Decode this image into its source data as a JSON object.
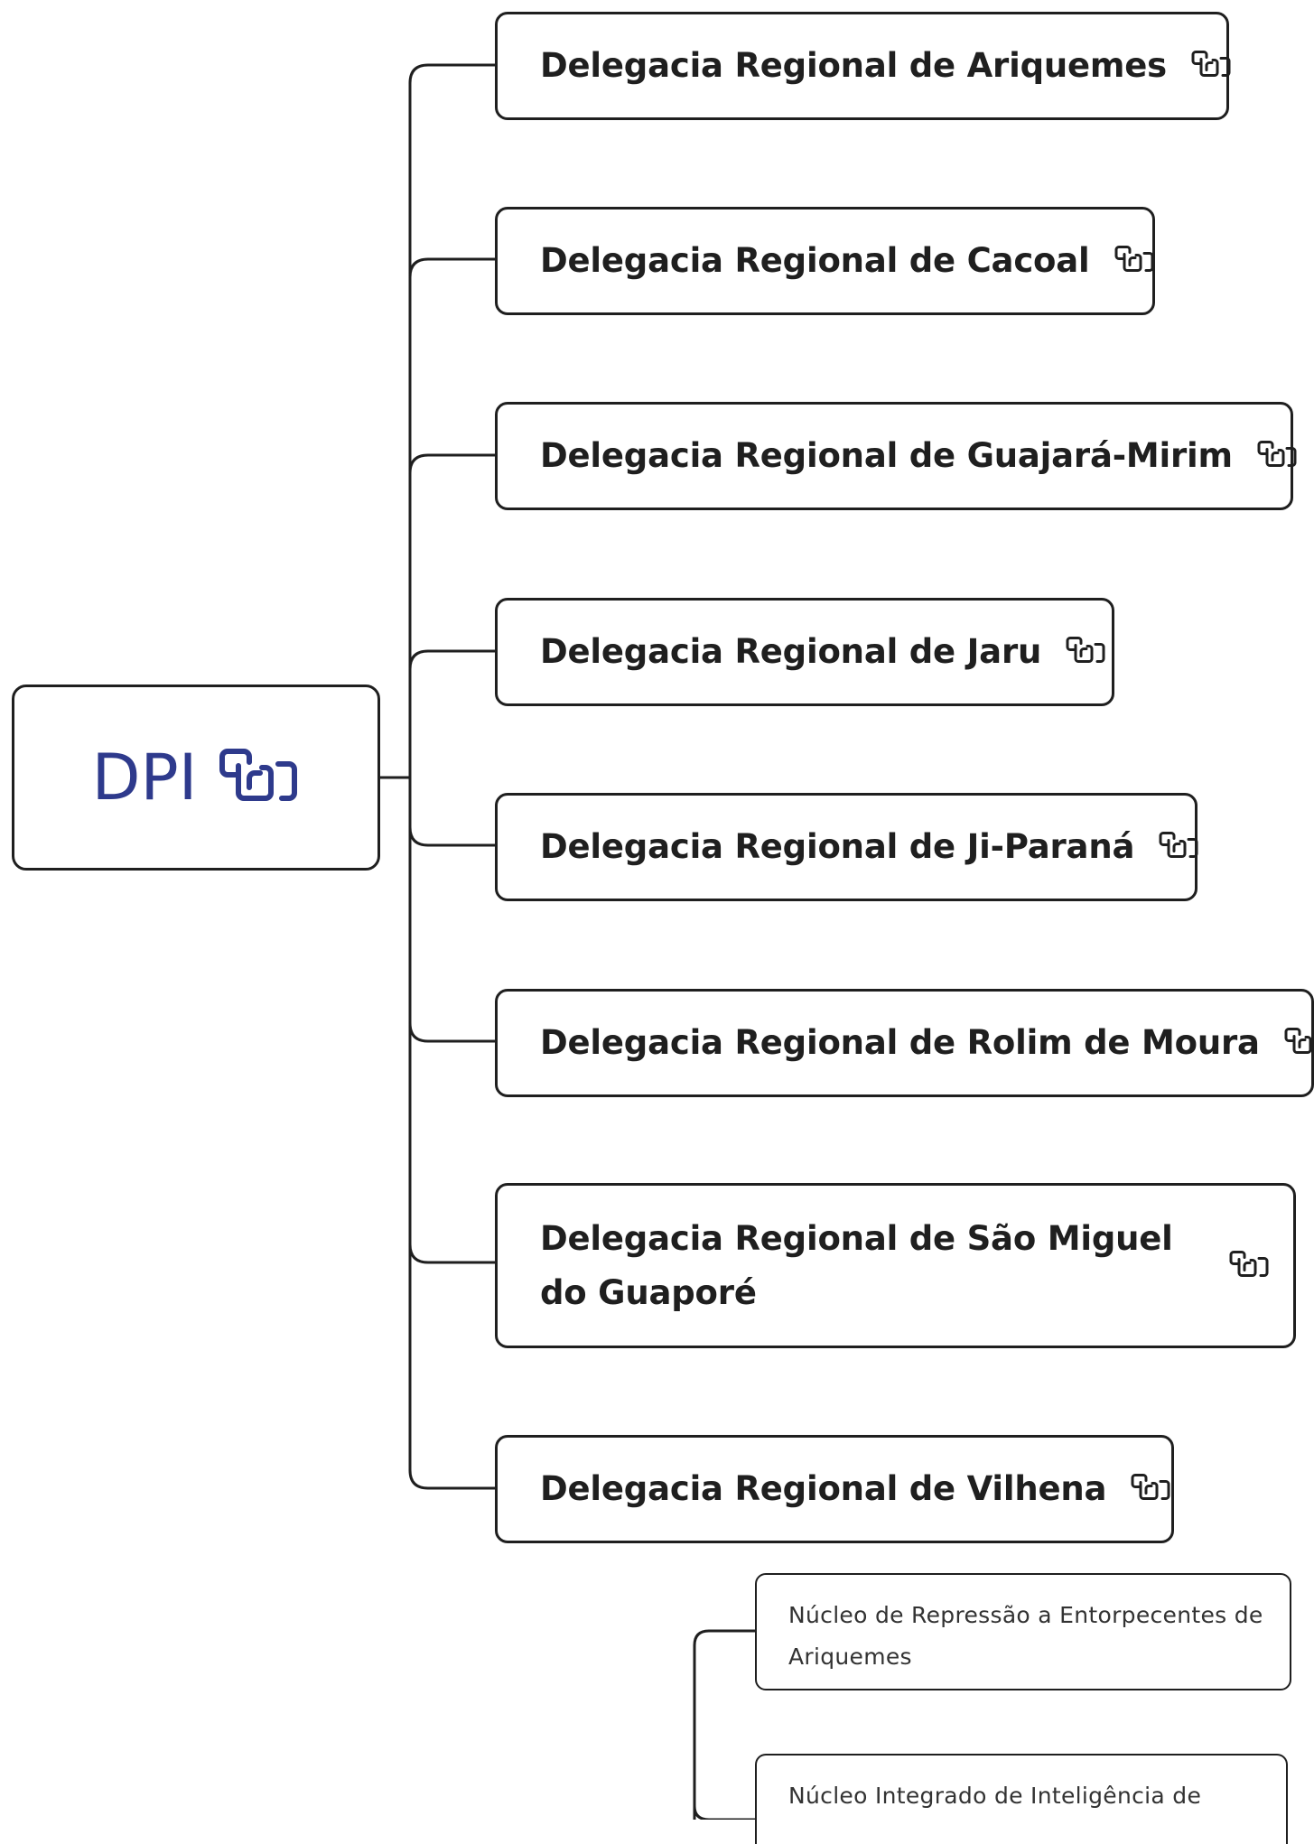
{
  "root": {
    "label": "DPI",
    "icon": "link-icon"
  },
  "children": [
    {
      "label": "Delegacia Regional de Ariquemes",
      "icon": "link-icon"
    },
    {
      "label": "Delegacia Regional de Cacoal",
      "icon": "link-icon"
    },
    {
      "label": "Delegacia Regional de Guajará-Mirim",
      "icon": "link-icon"
    },
    {
      "label": "Delegacia Regional de Jaru",
      "icon": "link-icon"
    },
    {
      "label": "Delegacia Regional de Ji-Paraná",
      "icon": "link-icon"
    },
    {
      "label": "Delegacia Regional de Rolim de Moura",
      "icon": "link-icon"
    },
    {
      "label": "Delegacia Regional de São Miguel do Guaporé",
      "icon": "link-icon"
    },
    {
      "label": "Delegacia Regional de Vilhena",
      "icon": "link-icon"
    }
  ],
  "subnodes": [
    {
      "label": "Núcleo de Repressão a Entorpecentes de Ariquemes"
    },
    {
      "label": "Núcleo Integrado de Inteligência de"
    }
  ],
  "colors": {
    "root_text": "#2e3a8c",
    "border": "#1f1f1f"
  }
}
